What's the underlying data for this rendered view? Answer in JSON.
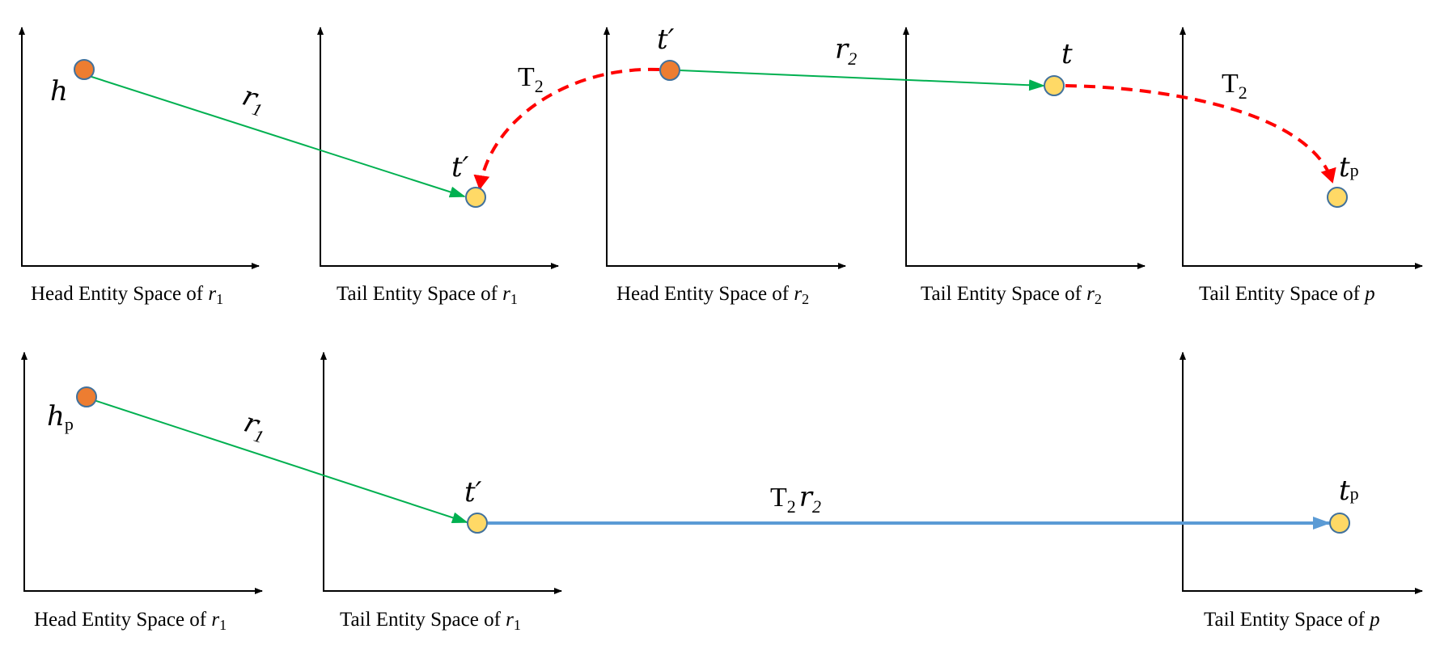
{
  "colors": {
    "head_node": "#ed7d31",
    "tail_node": "#ffd966",
    "node_stroke": "#41719c",
    "relation_arrow": "#00b050",
    "transform_arrow": "#ff0000",
    "composed_arrow": "#5b9bd5"
  },
  "top_row": {
    "captions": [
      {
        "text": "Head Entity Space of ",
        "var": "r",
        "sub": "1"
      },
      {
        "text": "Tail Entity Space of ",
        "var": "r",
        "sub": "1"
      },
      {
        "text": "Head Entity Space of ",
        "var": "r",
        "sub": "2"
      },
      {
        "text": "Tail Entity Space of ",
        "var": "r",
        "sub": "2"
      },
      {
        "text": "Tail Entity Space of ",
        "var": "p",
        "sub": ""
      }
    ],
    "labels": {
      "h": "h",
      "r1_var": "r",
      "r1_sub": "1",
      "t_prime_a": "t′",
      "T2_a": "T",
      "T2_a_sub": "2",
      "t_prime_b": "t′",
      "r2_var": "r",
      "r2_sub": "2",
      "t": "t",
      "T2_b": "T",
      "T2_b_sub": "2",
      "tp_var": "t",
      "tp_sub": "p"
    }
  },
  "bottom_row": {
    "captions": [
      {
        "text": "Head Entity Space of ",
        "var": "r",
        "sub": "1"
      },
      {
        "text": "Tail Entity Space of ",
        "var": "r",
        "sub": "1"
      },
      {
        "text": "Tail Entity Space of ",
        "var": "p",
        "sub": ""
      }
    ],
    "labels": {
      "hp_var": "h",
      "hp_sub": "p",
      "r1_var": "r",
      "r1_sub": "1",
      "t_prime": "t′",
      "T2r2_T": "T",
      "T2r2_sub": "2",
      "T2r2_var": "r",
      "T2r2_var_sub": "2",
      "tp_var": "t",
      "tp_sub": "p"
    }
  }
}
